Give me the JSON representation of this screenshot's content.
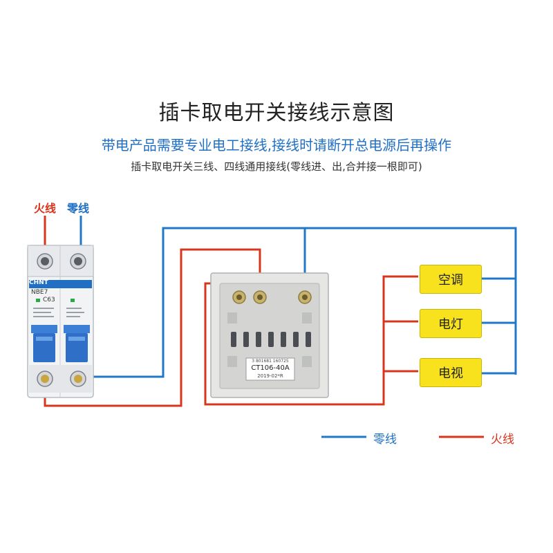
{
  "title": "插卡取电开关接线示意图",
  "warning": "带电产品需要专业电工接线,接线时请断开总电源后再操作",
  "note": "插卡取电开关三线、四线通用接线(零线进、出,合并接一根即可)",
  "top_labels": {
    "live": "火线",
    "neutral": "零线"
  },
  "breaker": {
    "brand": "CHNT",
    "model": "NBE7",
    "rating": "C63"
  },
  "switch": {
    "model": "CT106-40A",
    "date": "2019-02*R",
    "barcode": "3 801681 160725"
  },
  "appliances": [
    "空调",
    "电灯",
    "电视"
  ],
  "legend": {
    "neutral": "零线",
    "live": "火线"
  },
  "colors": {
    "live": "#d9341c",
    "neutral": "#1f77c8",
    "appliance": "#f8e21d"
  }
}
